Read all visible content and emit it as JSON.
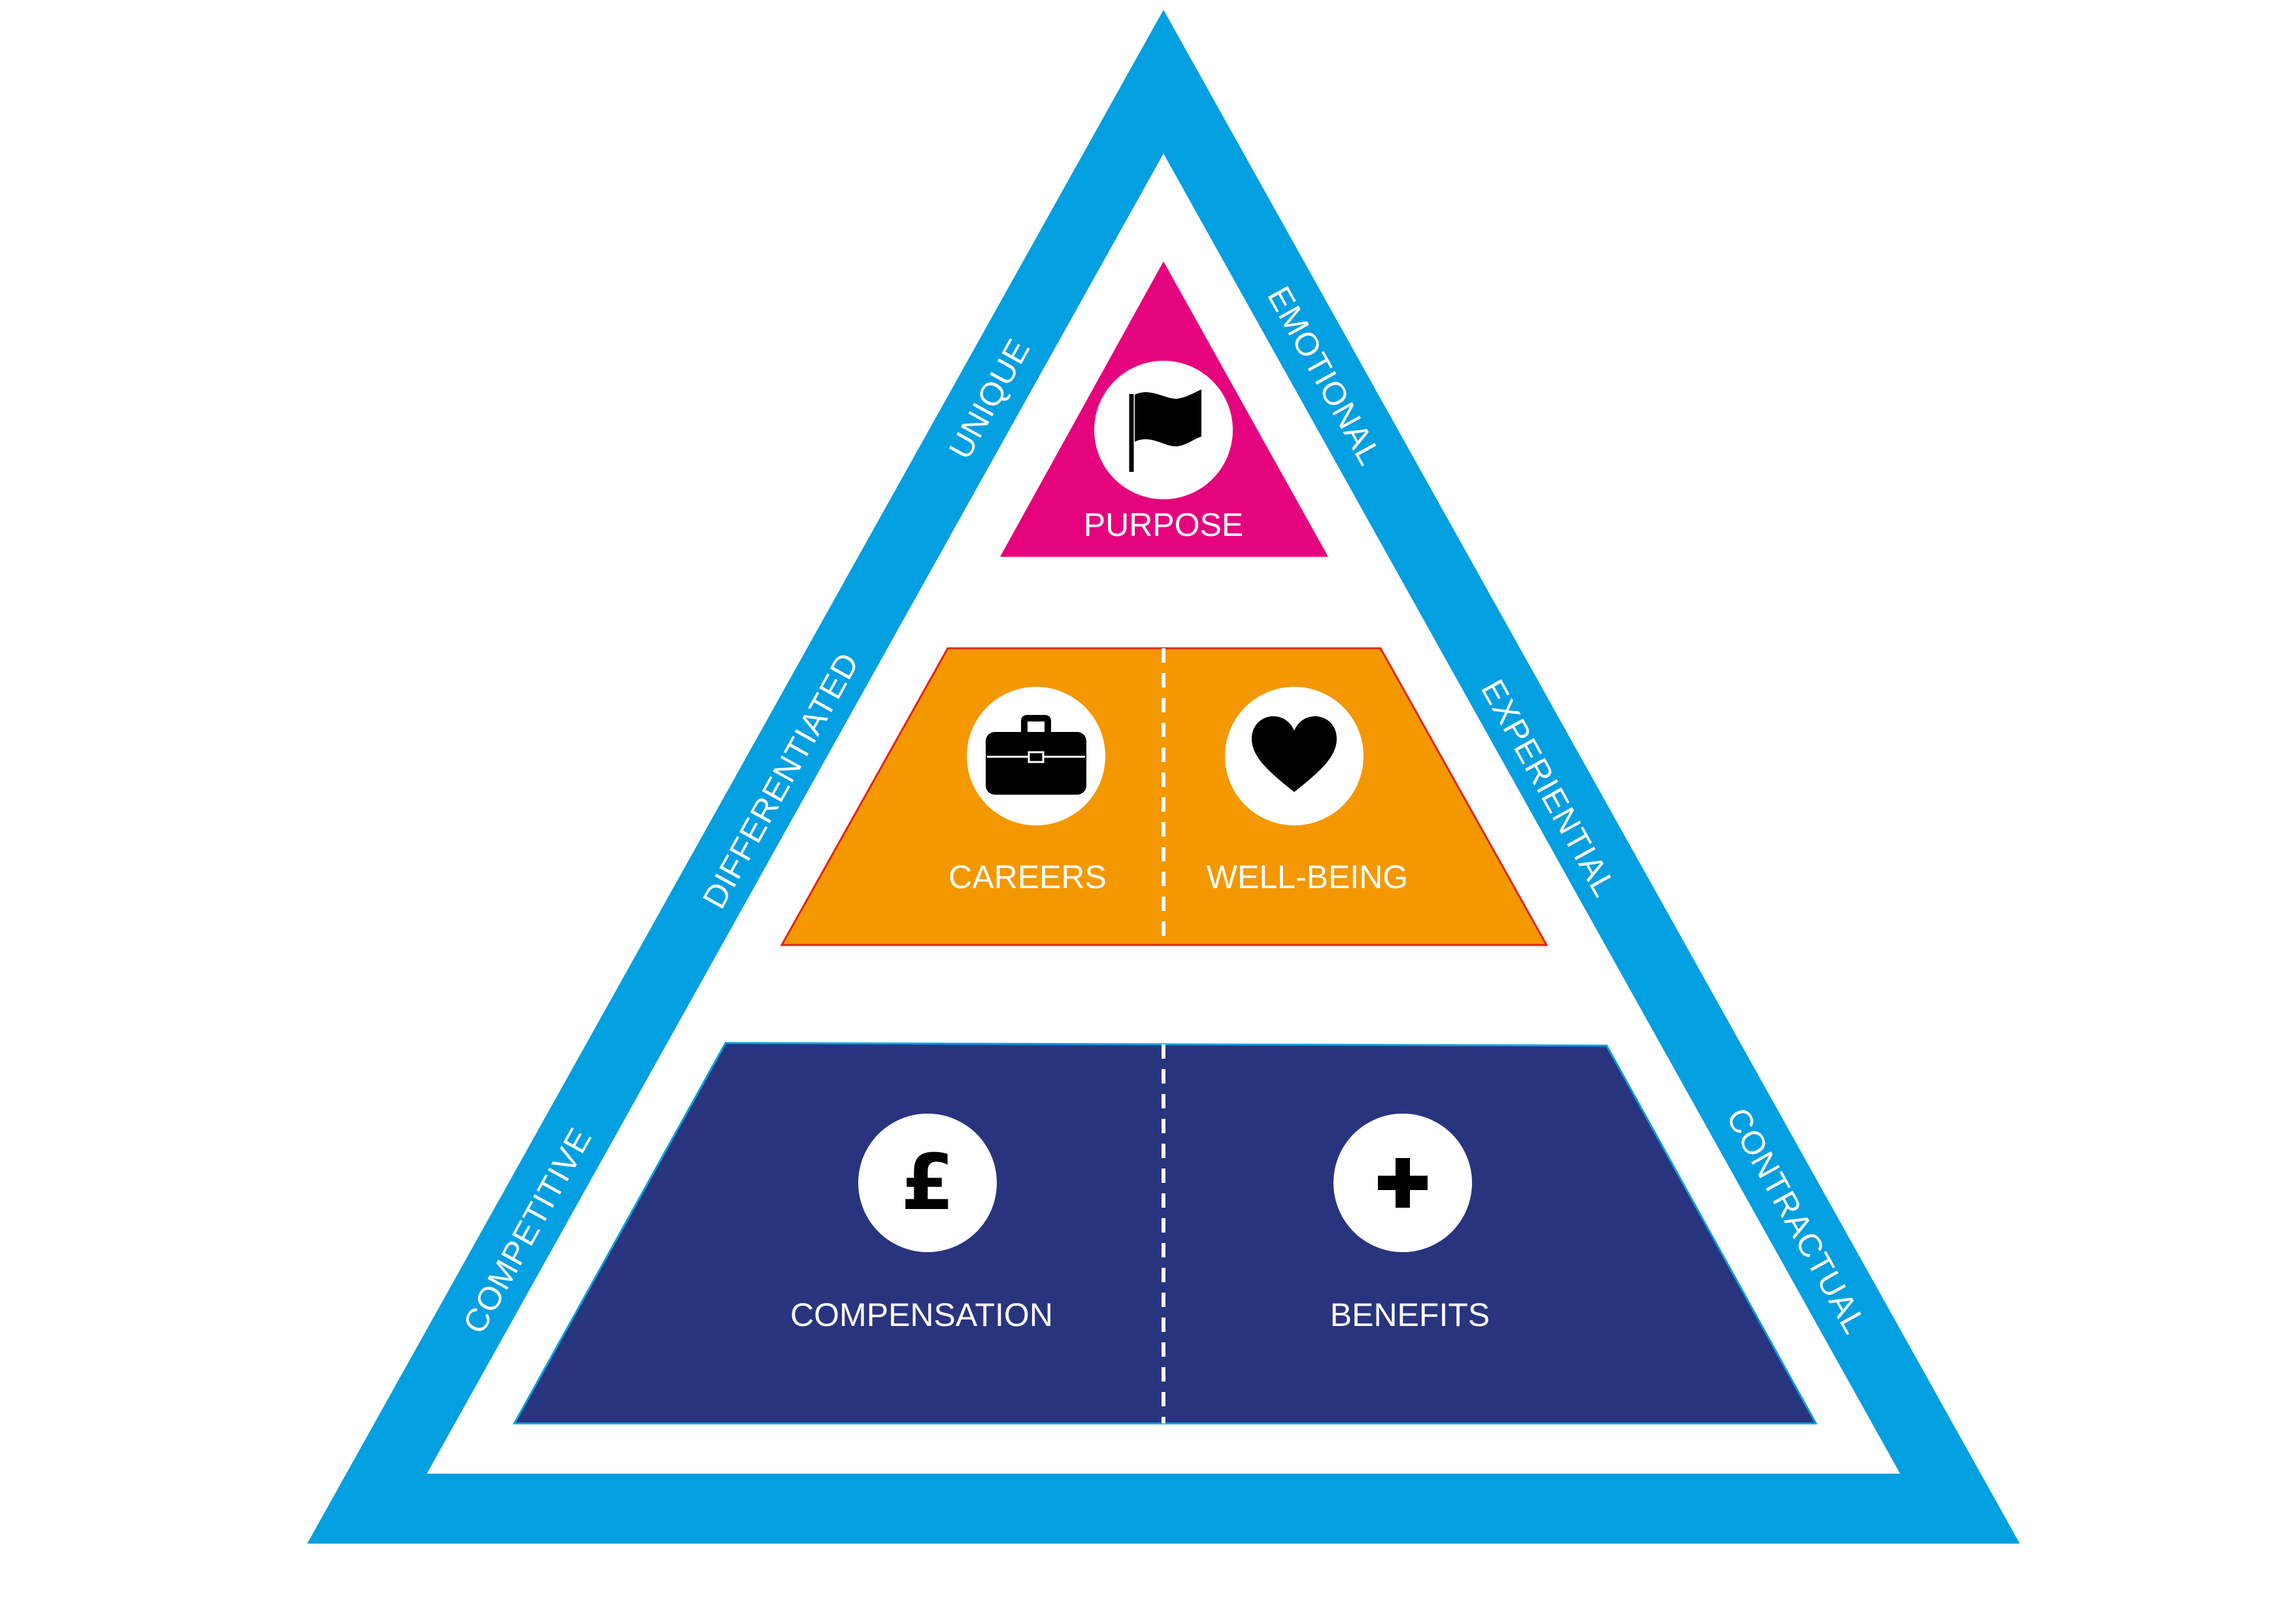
{
  "colors": {
    "outer_border": "#029fe1",
    "purpose": "#e5027d",
    "middle_tier": "#f39800",
    "middle_tier_outline": "#e3241b",
    "bottom_tier": "#29347f",
    "icon_circle": "#ffffff",
    "icon_glyph": "#000000",
    "text": "#ffffff"
  },
  "pyramid": {
    "top": {
      "label": "PURPOSE",
      "icon": "flag-icon"
    },
    "middle": [
      {
        "label": "CAREERS",
        "icon": "briefcase-icon"
      },
      {
        "label": "WELL-BEING",
        "icon": "heart-icon"
      }
    ],
    "bottom": [
      {
        "label": "COMPENSATION",
        "icon": "pound-sign-icon",
        "glyph": "£"
      },
      {
        "label": "BENEFITS",
        "icon": "plus-icon"
      }
    ]
  },
  "left_edge": [
    "UNIQUE",
    "DIFFERENTIATED",
    "COMPETITIVE"
  ],
  "right_edge": [
    "EMOTIONAL",
    "EXPERIENTIAL",
    "CONTRACTUAL"
  ]
}
